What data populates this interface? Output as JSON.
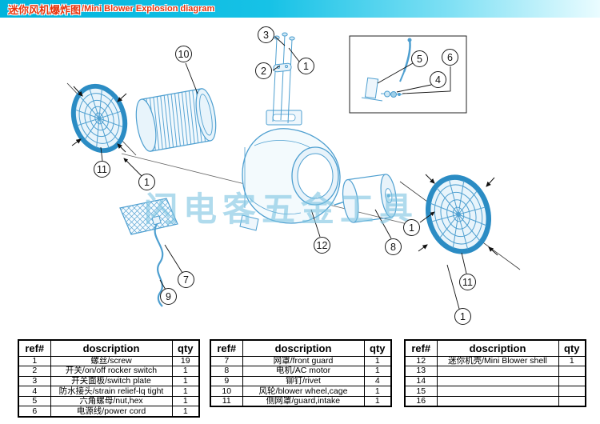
{
  "header": {
    "title_cn": "迷你风机爆炸图",
    "title_en": "/Mini Blower Explosion diagram"
  },
  "watermark": "闪电客五金工具",
  "callouts": {
    "c10": "10",
    "c3": "3",
    "c2": "2",
    "c1a": "1",
    "c5": "5",
    "c6": "6",
    "c4": "4",
    "c11l": "11",
    "c1b": "1",
    "c7": "7",
    "c9": "9",
    "c12": "12",
    "c8": "8",
    "c1c": "1",
    "c11r": "11",
    "c1d": "1"
  },
  "table_headers": {
    "ref": "ref#",
    "desc": "doscription",
    "qty": "qty"
  },
  "tables": [
    {
      "rows": [
        {
          "ref": "1",
          "desc": "螺丝/screw",
          "qty": "19"
        },
        {
          "ref": "2",
          "desc": "开关/on/off rocker switch",
          "qty": "1"
        },
        {
          "ref": "3",
          "desc": "开关面板/switch plate",
          "qty": "1"
        },
        {
          "ref": "4",
          "desc": "防水接头/strain relief-lq tight",
          "qty": "1"
        },
        {
          "ref": "5",
          "desc": "六角螺母/nut,hex",
          "qty": "1"
        },
        {
          "ref": "6",
          "desc": "电源线/power cord",
          "qty": "1"
        }
      ]
    },
    {
      "rows": [
        {
          "ref": "7",
          "desc": "网罩/front guard",
          "qty": "1"
        },
        {
          "ref": "8",
          "desc": "电机/AC motor",
          "qty": "1"
        },
        {
          "ref": "9",
          "desc": "铆钉/rivet",
          "qty": "4"
        },
        {
          "ref": "10",
          "desc": "风轮/blower wheel,cage",
          "qty": "1"
        },
        {
          "ref": "11",
          "desc": "侧网罩/guard,intake",
          "qty": "1"
        }
      ]
    },
    {
      "rows": [
        {
          "ref": "12",
          "desc": "迷你机壳/Mini Blower shell",
          "qty": "1"
        },
        {
          "ref": "13",
          "desc": "",
          "qty": ""
        },
        {
          "ref": "14",
          "desc": "",
          "qty": ""
        },
        {
          "ref": "15",
          "desc": "",
          "qty": ""
        },
        {
          "ref": "16",
          "desc": "",
          "qty": ""
        }
      ]
    }
  ]
}
